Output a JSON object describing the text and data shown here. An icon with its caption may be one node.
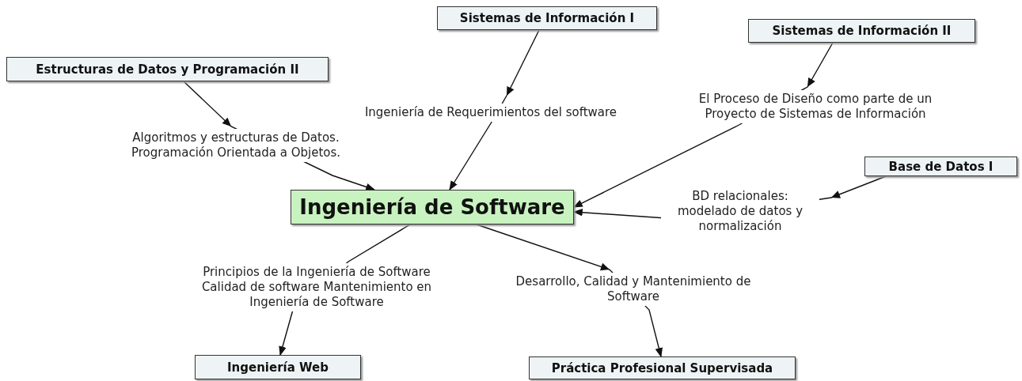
{
  "diagram": {
    "nodes": [
      {
        "text": [
          "Sistemas de Información I"
        ]
      },
      {
        "text": [
          "Sistemas de Información II"
        ]
      },
      {
        "text": [
          "Estructuras de Datos y Programación II"
        ]
      },
      {
        "text": [
          "Base de Datos I"
        ]
      },
      {
        "text": [
          "Ingeniería de Software"
        ]
      },
      {
        "text": [
          "Ingeniería Web"
        ]
      },
      {
        "text": [
          "Práctica Profesional Supervisada"
        ]
      }
    ],
    "edges": [
      {
        "from": 2,
        "to": 4,
        "arrow": "to",
        "label": "Algoritmos y estructuras de Datos. Programación Orientada a Objetos."
      },
      {
        "from": 0,
        "to": 4,
        "arrow": "to",
        "label": "Ingeniería de Requerimientos del software"
      },
      {
        "from": 1,
        "to": 4,
        "arrow": "to",
        "label": "El Proceso de Diseño como parte de un Proyecto de Sistemas de Información"
      },
      {
        "from": 3,
        "to": 4,
        "arrow": "to",
        "label": "BD relacionales: modelado de datos y normalización"
      },
      {
        "from": 4,
        "to": 5,
        "arrow": "to",
        "label": "Principios de la Ingeniería de Software Calidad de software Mantenimiento en Ingeniería de Software"
      },
      {
        "from": 4,
        "to": 6,
        "arrow": "to",
        "label": "Desarrollo, Calidad y Mantenimiento de Software"
      }
    ]
  }
}
